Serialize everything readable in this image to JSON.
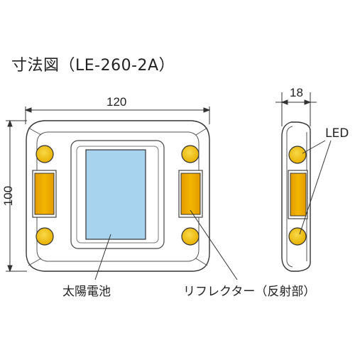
{
  "title": "寸法図（LE-260-2A）",
  "dimensions": {
    "width": "120",
    "height": "100",
    "depth": "18"
  },
  "labels": {
    "led": "LED",
    "solar_cell": "太陽電池",
    "reflector": "リフレクター（反射部）"
  },
  "colors": {
    "led_yellow": "#f2c01c",
    "reflector_orange": "#e9a400",
    "solar_blue": "#a7d3ee",
    "outline": "#333333"
  }
}
